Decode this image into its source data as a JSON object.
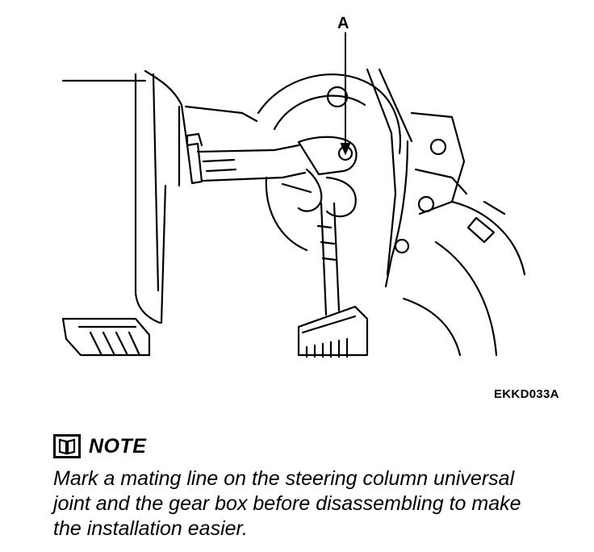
{
  "figure": {
    "callout_label": "A",
    "figure_id": "EKKD033A"
  },
  "note": {
    "icon": "book-icon",
    "title": "NOTE",
    "lines": [
      "Mark a mating line on the steering column universal",
      "joint and the gear box before disassembling to make",
      "the installation easier."
    ]
  }
}
